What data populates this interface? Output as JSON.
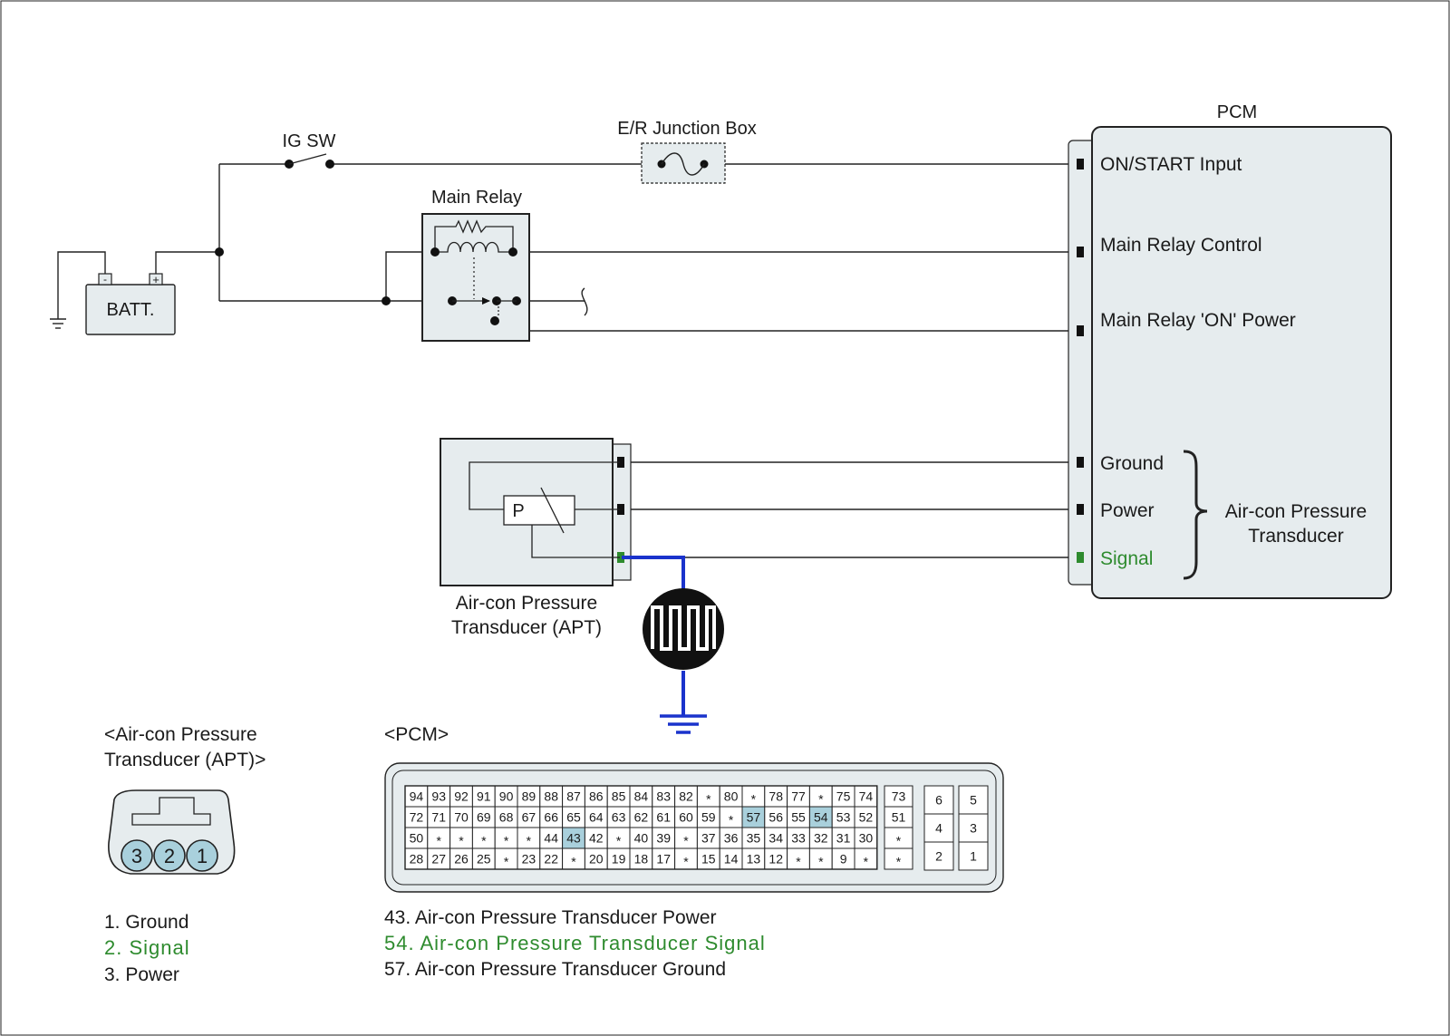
{
  "colors": {
    "wire": "#222222",
    "component_fill": "#e6ecee",
    "signal_green": "#2e8b2e",
    "scope_probe_blue": "#1a33cc",
    "highlight_pin": "#a9d0dc"
  },
  "labels": {
    "ig_sw": "IG SW",
    "junction_box": "E/R Junction Box",
    "main_relay": "Main Relay",
    "battery": "BATT.",
    "battery_minus": "-",
    "battery_plus": "+",
    "pcm": "PCM",
    "apt_line1": "Air-con Pressure",
    "apt_line2": "Transducer (APT)",
    "apt_p": "P",
    "group_line1": "Air-con Pressure",
    "group_line2": "Transducer"
  },
  "pcm_inputs": [
    {
      "label": "ON/START Input"
    },
    {
      "label": "Main Relay Control"
    },
    {
      "label": "Main Relay 'ON' Power"
    },
    {
      "label": "Ground"
    },
    {
      "label": "Power"
    },
    {
      "label": "Signal"
    }
  ],
  "apt_connector": {
    "title_line1": "<Air-con Pressure",
    "title_line2": "Transducer (APT)>",
    "pins": [
      "3",
      "2",
      "1"
    ],
    "legend": [
      "1. Ground",
      "2. Signal",
      "3. Power"
    ]
  },
  "pcm_connector": {
    "title": "<PCM>",
    "main_rows": [
      [
        "94",
        "93",
        "92",
        "91",
        "90",
        "89",
        "88",
        "87",
        "86",
        "85",
        "84",
        "83",
        "82",
        "*",
        "80",
        "*",
        "78",
        "77",
        "*",
        "75",
        "74"
      ],
      [
        "72",
        "71",
        "70",
        "69",
        "68",
        "67",
        "66",
        "65",
        "64",
        "63",
        "62",
        "61",
        "60",
        "59",
        "*",
        "57",
        "56",
        "55",
        "54",
        "53",
        "52"
      ],
      [
        "50",
        "*",
        "*",
        "*",
        "*",
        "*",
        "44",
        "43",
        "42",
        "*",
        "40",
        "39",
        "*",
        "37",
        "36",
        "35",
        "34",
        "33",
        "32",
        "31",
        "30"
      ],
      [
        "28",
        "27",
        "26",
        "25",
        "*",
        "23",
        "22",
        "*",
        "20",
        "19",
        "18",
        "17",
        "*",
        "15",
        "14",
        "13",
        "12",
        "*",
        "*",
        "9",
        "*"
      ]
    ],
    "side_col": [
      "73",
      "51",
      "*",
      "*"
    ],
    "small_left": [
      "6",
      "4",
      "2"
    ],
    "small_right": [
      "5",
      "3",
      "1"
    ],
    "highlighted": [
      "43",
      "54",
      "57"
    ],
    "legend": [
      "43. Air-con Pressure Transducer Power",
      "54. Air-con Pressure Transducer Signal",
      "57. Air-con Pressure Transducer Ground"
    ]
  }
}
